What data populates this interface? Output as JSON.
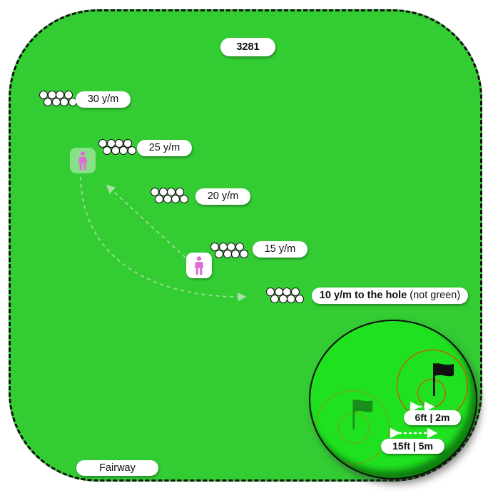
{
  "title_badge": "3281",
  "bottom_badge": "Fairway",
  "markers": [
    {
      "label": "30 y/m"
    },
    {
      "label": "25 y/m"
    },
    {
      "label": "20 y/m"
    },
    {
      "label": "15 y/m"
    },
    {
      "label_bold": "10 y/m to the hole",
      "label_note": "(not green)"
    }
  ],
  "green_detail": {
    "near_label": "6ft | 2m",
    "far_label": "15ft | 5m"
  },
  "colors": {
    "fairway_green": "#33CC33",
    "green_surface": "#20E120",
    "golfer_pink": "#DD6FD6",
    "target_ring_red": "#FF2B00",
    "path_arrow_light_green": "#ADE2AD",
    "flag_black": "#111111",
    "ghost_flag_green": "#187818"
  }
}
